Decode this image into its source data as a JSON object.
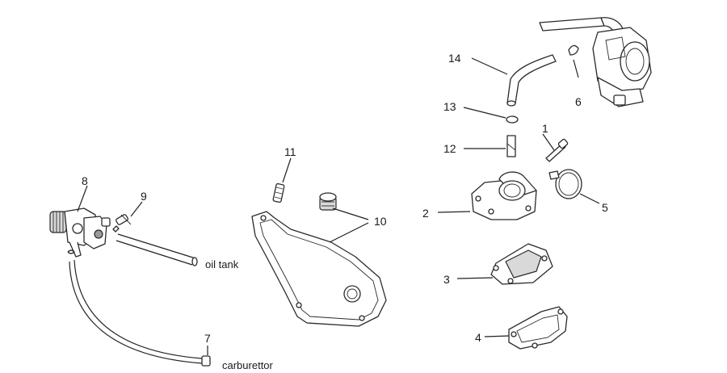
{
  "callouts": [
    {
      "id": "1",
      "label": "1"
    },
    {
      "id": "2",
      "label": "2"
    },
    {
      "id": "3",
      "label": "3"
    },
    {
      "id": "4",
      "label": "4"
    },
    {
      "id": "5",
      "label": "5"
    },
    {
      "id": "6",
      "label": "6"
    },
    {
      "id": "7",
      "label": "7"
    },
    {
      "id": "8",
      "label": "8"
    },
    {
      "id": "9",
      "label": "9"
    },
    {
      "id": "10",
      "label": "10"
    },
    {
      "id": "11",
      "label": "11"
    },
    {
      "id": "12",
      "label": "12"
    },
    {
      "id": "13",
      "label": "13"
    },
    {
      "id": "14",
      "label": "14"
    }
  ],
  "annotations": {
    "oil_tank": "oil tank",
    "carburettor": "carburettor"
  }
}
